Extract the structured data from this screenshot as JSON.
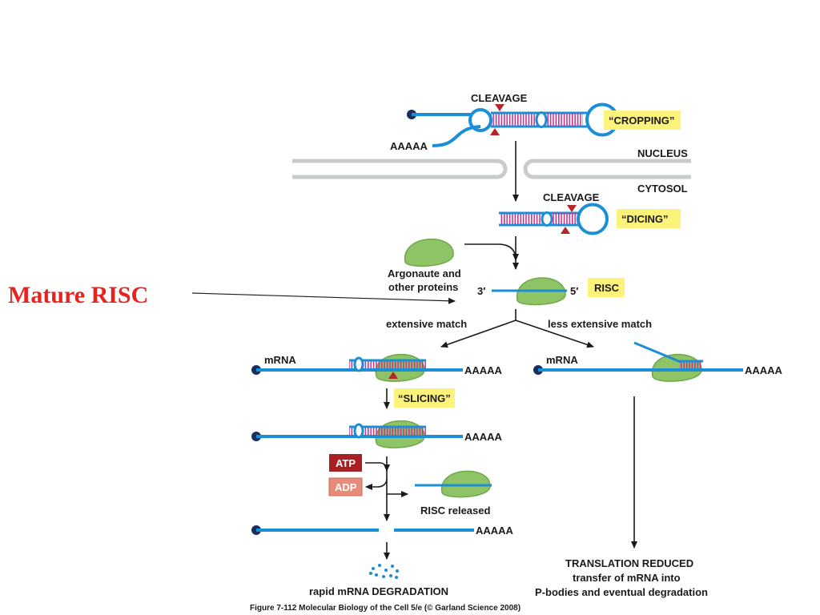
{
  "side_label": "Mature RISC",
  "colors": {
    "rna": "#1a8fd6",
    "pairing": "#c0398f",
    "protein": "#8fc466",
    "protein_dark": "#6ea84a",
    "cap": "#1d2d5c",
    "cut_marker": "#b3262a",
    "tag_bg": "#fdf37a",
    "atp": "#a82024",
    "adp": "#e88b78",
    "membrane": "#c8ccc9",
    "arrow": "#1a1a1a",
    "side_label": "#e8221c"
  },
  "top": {
    "cleavage": "CLEAVAGE",
    "poly_a": "AAAAA",
    "cropping_tag": "“CROPPING”",
    "nucleus": "NUCLEUS",
    "cytosol": "CYTOSOL"
  },
  "dicing": {
    "cleavage": "CLEAVAGE",
    "dicing_tag": "“DICING”"
  },
  "risc_assembly": {
    "protein_label_1": "Argonaute and",
    "protein_label_2": "other proteins",
    "three_prime": "3′",
    "five_prime": "5′",
    "risc_tag": "RISC"
  },
  "branches": {
    "left": "extensive match",
    "right": "less extensive match"
  },
  "left_path": {
    "mrna": "mRNA",
    "poly_a": "AAAAA",
    "slicing_tag": "“SLICING”",
    "atp": "ATP",
    "adp": "ADP",
    "risc_released": "RISC released",
    "outcome": "rapid mRNA DEGRADATION"
  },
  "right_path": {
    "mrna": "mRNA",
    "poly_a": "AAAAA",
    "outcome_1": "TRANSLATION REDUCED",
    "outcome_2": "transfer of mRNA into",
    "outcome_3": "P-bodies and eventual degradation"
  },
  "caption": "Figure 7-112  Molecular Biology of the Cell 5/e (© Garland Science 2008)"
}
